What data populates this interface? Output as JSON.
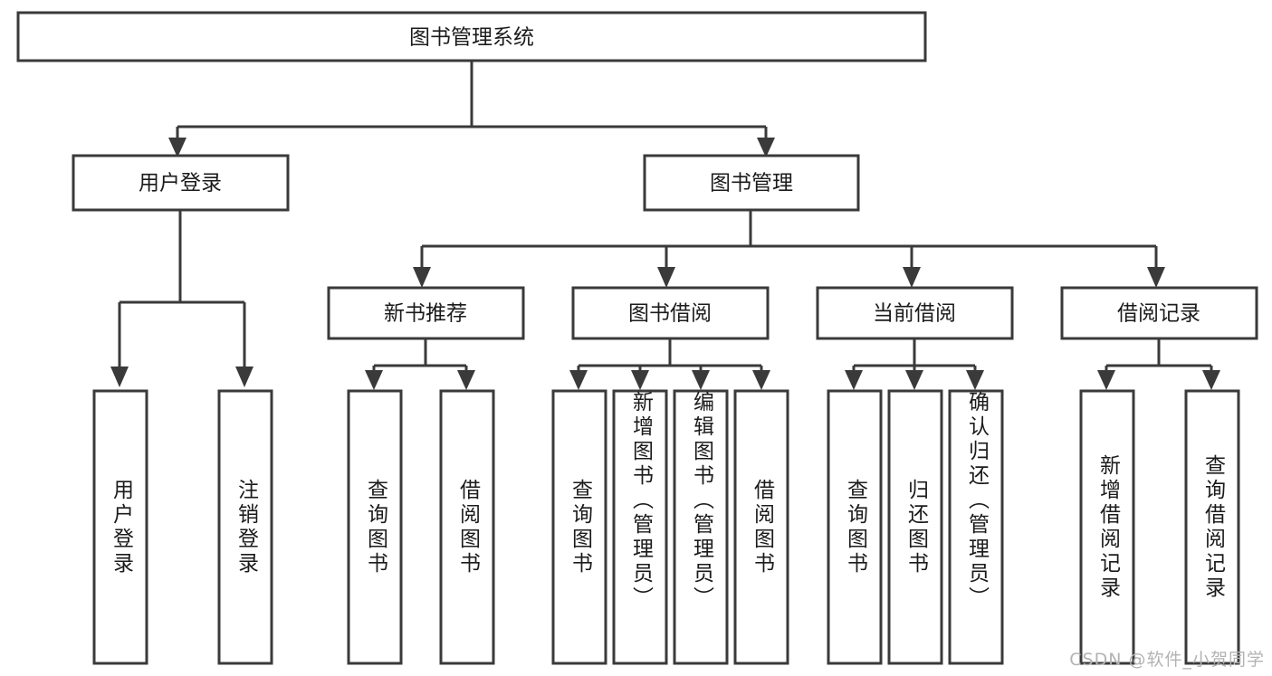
{
  "diagram": {
    "title": "图书管理系统",
    "type": "tree-hierarchy-chart",
    "orientation": "top-down",
    "colors": {
      "box_stroke": "#3a3a3a",
      "box_fill": "#ffffff",
      "connector": "#3a3a3a",
      "label_text": "#1b1b1b",
      "background": "#ffffff",
      "watermark_text": "#b3b3b3"
    },
    "root": {
      "id": "root",
      "label": "图书管理系统"
    },
    "level2": [
      {
        "id": "user-login",
        "label": "用户登录"
      },
      {
        "id": "book-manage",
        "label": "图书管理"
      }
    ],
    "level3": [
      {
        "id": "new-book-rec",
        "label": "新书推荐",
        "parent": "book-manage"
      },
      {
        "id": "book-borrow",
        "label": "图书借阅",
        "parent": "book-manage"
      },
      {
        "id": "current-borrow",
        "label": "当前借阅",
        "parent": "book-manage"
      },
      {
        "id": "borrow-record",
        "label": "借阅记录",
        "parent": "book-manage"
      }
    ],
    "leaves": {
      "user-login": [
        {
          "id": "leaf-user-login",
          "label": "用户登录"
        },
        {
          "id": "leaf-user-logout",
          "label": "注销登录"
        }
      ],
      "new-book-rec": [
        {
          "id": "leaf-query-book-1",
          "label": "查询图书"
        },
        {
          "id": "leaf-borrow-book-1",
          "label": "借阅图书"
        }
      ],
      "book-borrow": [
        {
          "id": "leaf-query-book-2",
          "label": "查询图书"
        },
        {
          "id": "leaf-add-book",
          "label": "新增图书（管理员）"
        },
        {
          "id": "leaf-edit-book",
          "label": "编辑图书（管理员）"
        },
        {
          "id": "leaf-borrow-book-2",
          "label": "借阅图书"
        }
      ],
      "current-borrow": [
        {
          "id": "leaf-query-book-3",
          "label": "查询图书"
        },
        {
          "id": "leaf-return-book",
          "label": "归还图书"
        },
        {
          "id": "leaf-confirm-return",
          "label": "确认归还（管理员）"
        }
      ],
      "borrow-record": [
        {
          "id": "leaf-add-record",
          "label": "新增借阅记录"
        },
        {
          "id": "leaf-query-record",
          "label": "查询借阅记录"
        }
      ]
    }
  },
  "watermark": {
    "text": "CSDN @软件_小贺同学"
  }
}
